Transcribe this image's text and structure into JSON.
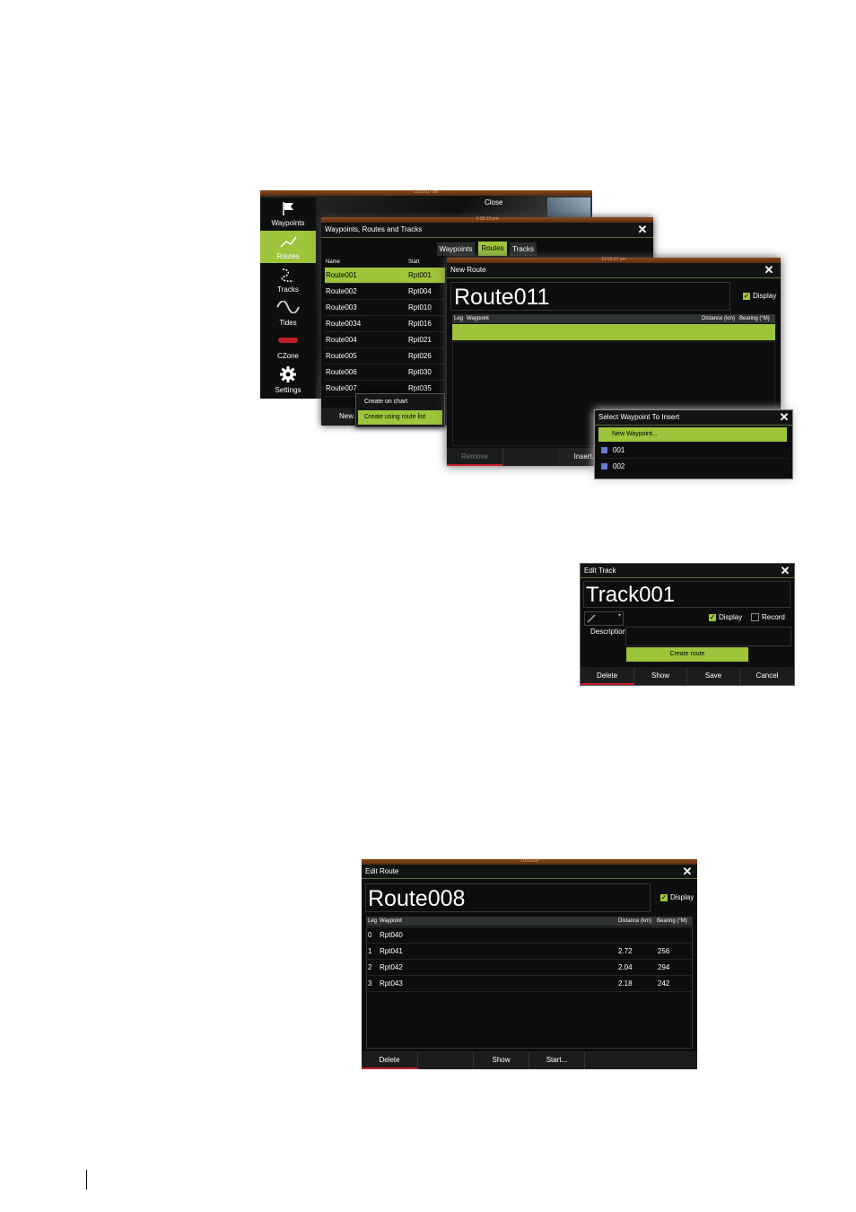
{
  "screen1": {
    "back_window": {
      "close_label": "Close",
      "clock": "10:53:07 am"
    },
    "sidebar": {
      "items": [
        {
          "label": "Waypoints",
          "icon": "flag-icon"
        },
        {
          "label": "Routes",
          "icon": "route-icon"
        },
        {
          "label": "Tracks",
          "icon": "tracks-icon"
        },
        {
          "label": "Tides",
          "icon": "wave-icon"
        },
        {
          "label": "CZone",
          "icon": "czone-logo"
        },
        {
          "label": "Settings",
          "icon": "gear-icon"
        }
      ]
    },
    "wrt": {
      "clock": "1:38:13 pm",
      "title": "Waypoints, Routes and Tracks",
      "tabs": [
        "Waypoints",
        "Routes",
        "Tracks"
      ],
      "columns": [
        "Name",
        "Start"
      ],
      "rows": [
        [
          "Route001",
          "Rpt001"
        ],
        [
          "Route002",
          "Rpt004"
        ],
        [
          "Route003",
          "Rpt010"
        ],
        [
          "Route0034",
          "Rpt016"
        ],
        [
          "Route004",
          "Rpt021"
        ],
        [
          "Route005",
          "Rpt026"
        ],
        [
          "Route006",
          "Rpt030"
        ],
        [
          "Route007",
          "Rpt035"
        ]
      ],
      "new_button": "New...",
      "popup": [
        "Create on chart",
        "Create using route list"
      ]
    },
    "new_route": {
      "clock": "12:56:57 pm",
      "title": "New Route",
      "name": "Route011",
      "display_label": "Display",
      "columns": [
        "Leg",
        "Waypoint",
        "Distance (km)",
        "Bearing (°M)"
      ],
      "remove_button": "Remove",
      "insert_button": "Insert..."
    },
    "select_wp": {
      "title": "Select Waypoint To Insert",
      "items": [
        "New Waypoint...",
        "001",
        "002"
      ]
    }
  },
  "edit_track": {
    "title": "Edit Track",
    "name": "Track001",
    "display_label": "Display",
    "record_label": "Record",
    "description_label": "Description",
    "create_route": "Create route",
    "buttons": [
      "Delete",
      "Show",
      "Save",
      "Cancel"
    ]
  },
  "edit_route": {
    "clock": "10:05:28",
    "title": "Edit Route",
    "name": "Route008",
    "display_label": "Display",
    "columns": [
      "Leg",
      "Waypoint",
      "Distance (km)",
      "Bearing (°M)"
    ],
    "rows": [
      [
        "0",
        "Rpt040",
        "",
        ""
      ],
      [
        "1",
        "Rpt041",
        "2.72",
        "256"
      ],
      [
        "2",
        "Rpt042",
        "2.04",
        "294"
      ],
      [
        "3",
        "Rpt043",
        "2.18",
        "242"
      ]
    ],
    "buttons": [
      "Delete",
      "",
      "Show",
      "Start..."
    ]
  }
}
